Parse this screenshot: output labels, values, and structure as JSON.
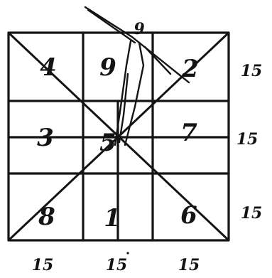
{
  "square": {
    "cells": [
      [
        "4",
        "9",
        "2"
      ],
      [
        "3",
        "5",
        "7"
      ],
      [
        "8",
        "1",
        "6"
      ]
    ],
    "row_sums": [
      "15",
      "15",
      "15"
    ],
    "column_sums": [
      "15",
      "15",
      "15"
    ],
    "figure_label": "9"
  }
}
